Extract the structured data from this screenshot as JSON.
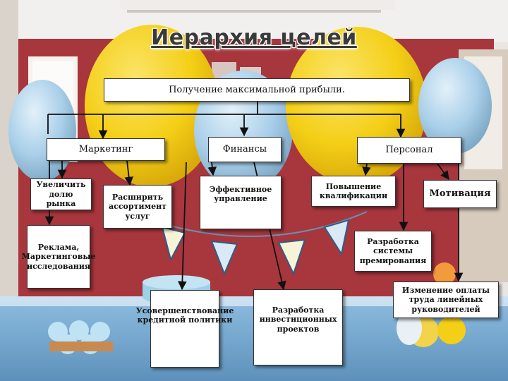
{
  "title": "Иерархия целей",
  "boxes": {
    "goal": "Получение максимальной прибыли.",
    "marketing": "Маркетинг",
    "finance": "Финансы",
    "personnel": "Персонал",
    "market_share": "Увеличить долю рынка",
    "assortment": "Расширить ассортимент услуг",
    "management": "Эффективное управление",
    "qualification": "Повышение квалификации",
    "motivation": "Мотивация",
    "research": "Реклама, Маркетинговые исследования",
    "bonus": "Разработка системы премирования",
    "credit": "Усовершенствование кредитной политики",
    "investment": "Разработка инвестиционных проектов",
    "pay": "Изменение оплаты труда линейных руководителей"
  },
  "colors": {
    "wall": "#b23b43",
    "balloon_yellow": "#f4cf17",
    "balloon_blue": "#a9cfe9",
    "table_blue": "#7fb2d6",
    "box_fill": "#ffffff"
  }
}
